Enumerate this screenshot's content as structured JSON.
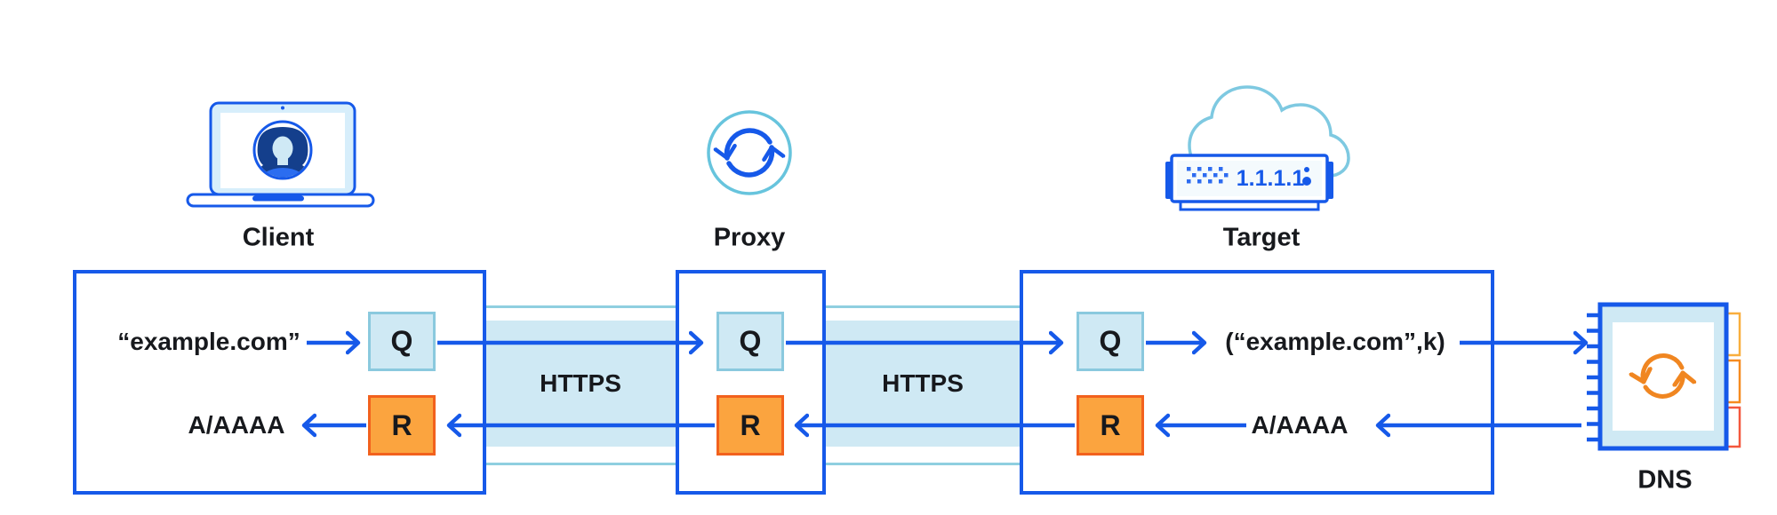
{
  "nodes": {
    "client": {
      "label": "Client"
    },
    "proxy": {
      "label": "Proxy"
    },
    "target": {
      "label": "Target"
    },
    "dns": {
      "label": "DNS"
    }
  },
  "client_flow": {
    "query_input": "“example.com”",
    "query_box": "Q",
    "response_box": "R",
    "response_output": "A/AAAA"
  },
  "proxy_flow": {
    "query_box": "Q",
    "response_box": "R"
  },
  "target_flow": {
    "query_box": "Q",
    "response_box": "R",
    "query_output": "(“example.com”,k)",
    "response_input": "A/AAAA"
  },
  "channels": [
    {
      "label": "HTTPS"
    },
    {
      "label": "HTTPS"
    }
  ],
  "server": {
    "ip_label": "1.1.1.1"
  },
  "colors": {
    "primary_blue": "#1659e9",
    "light_blue_fill": "#cfe9f4",
    "cyan_stroke": "#8fcfe0",
    "query_border": "#8ac9de",
    "response_fill": "#fba43f",
    "response_border": "#f2611d",
    "orange_icon": "#f08621",
    "cloud_cyan": "#7ec9e1",
    "tab_yellow": "#f9ae3d",
    "tab_orange": "#f68b20",
    "tab_red": "#f4573d",
    "text_dark": "#17191d"
  }
}
